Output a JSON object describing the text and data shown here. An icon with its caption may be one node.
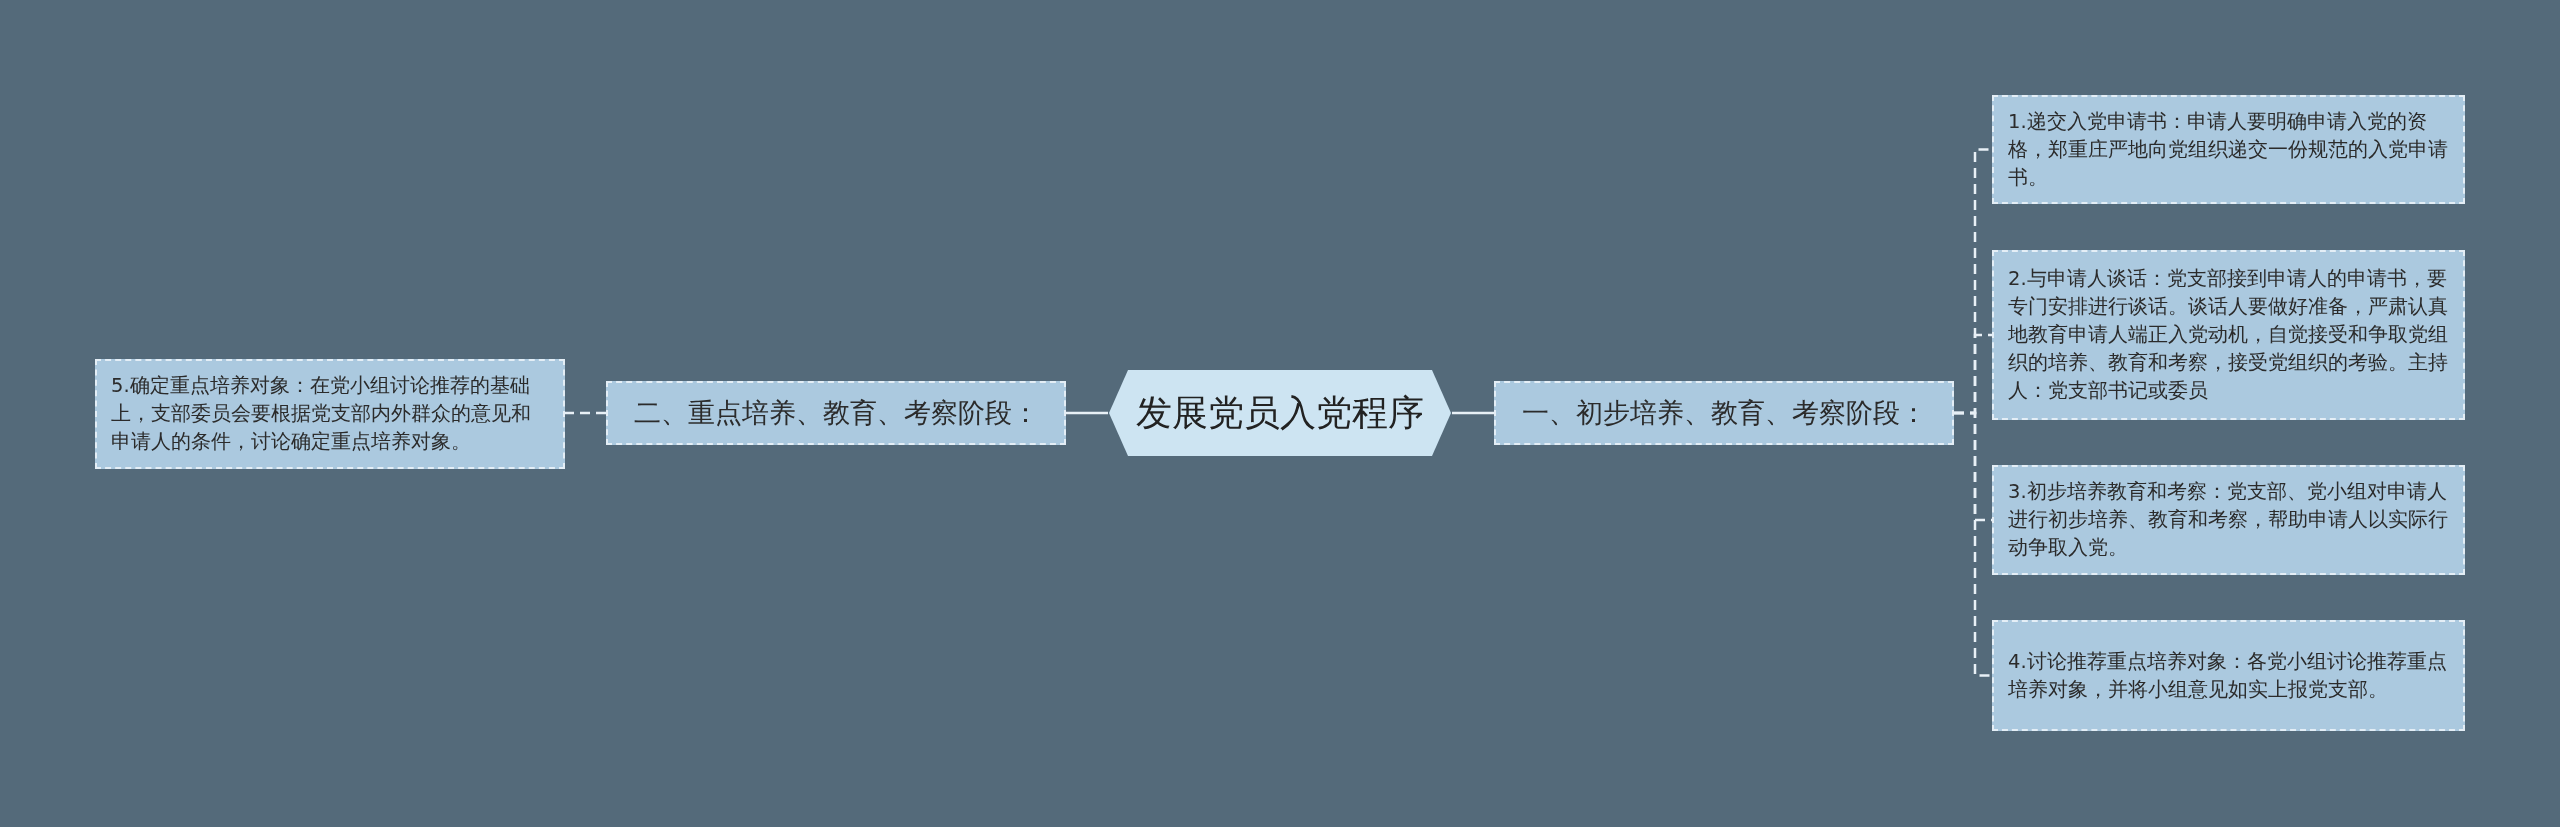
{
  "diagram": {
    "nodes": [
      {
        "text": [
          "发展党员入党程序"
        ]
      },
      {
        "text": [
          "一、初步培养、教育、考察阶段："
        ]
      },
      {
        "text": [
          "1.递交入党申请书：申请人要明确申请入党的资格，郑重庄严地向党组织递交一份规范的入党申请书。"
        ]
      },
      {
        "text": [
          "2.与申请人谈话：党支部接到申请人的申请书，要专门安排进行谈话。谈话人要做好准备，严肃认真地教育申请人端正入党动机，自觉接受和争取党组织的培养、教育和考察，接受党组织的考验。主持人：党支部书记或委员"
        ]
      },
      {
        "text": [
          "3.初步培养教育和考察：党支部、党小组对申请人进行初步培养、教育和考察，帮助申请人以实际行动争取入党。"
        ]
      },
      {
        "text": [
          "4.讨论推荐重点培养对象：各党小组讨论推荐重点培养对象，并将小组意见如实上报党支部。"
        ]
      },
      {
        "text": [
          "二、重点培养、教育、考察阶段："
        ]
      },
      {
        "text": [
          "5.确定重点培养对象：在党小组讨论推荐的基础上，支部委员会要根据党支部内外群众的意见和申请人的条件，讨论确定重点培养对象。"
        ]
      }
    ],
    "edges": [
      {
        "from": 0,
        "to": 1,
        "arrow": "none"
      },
      {
        "from": 1,
        "to": 2,
        "arrow": "none",
        "style": "dashed"
      },
      {
        "from": 1,
        "to": 3,
        "arrow": "none",
        "style": "dashed"
      },
      {
        "from": 1,
        "to": 4,
        "arrow": "none",
        "style": "dashed"
      },
      {
        "from": 1,
        "to": 5,
        "arrow": "none",
        "style": "dashed"
      },
      {
        "from": 0,
        "to": 6,
        "arrow": "none"
      },
      {
        "from": 6,
        "to": 7,
        "arrow": "none",
        "style": "dashed"
      }
    ]
  }
}
